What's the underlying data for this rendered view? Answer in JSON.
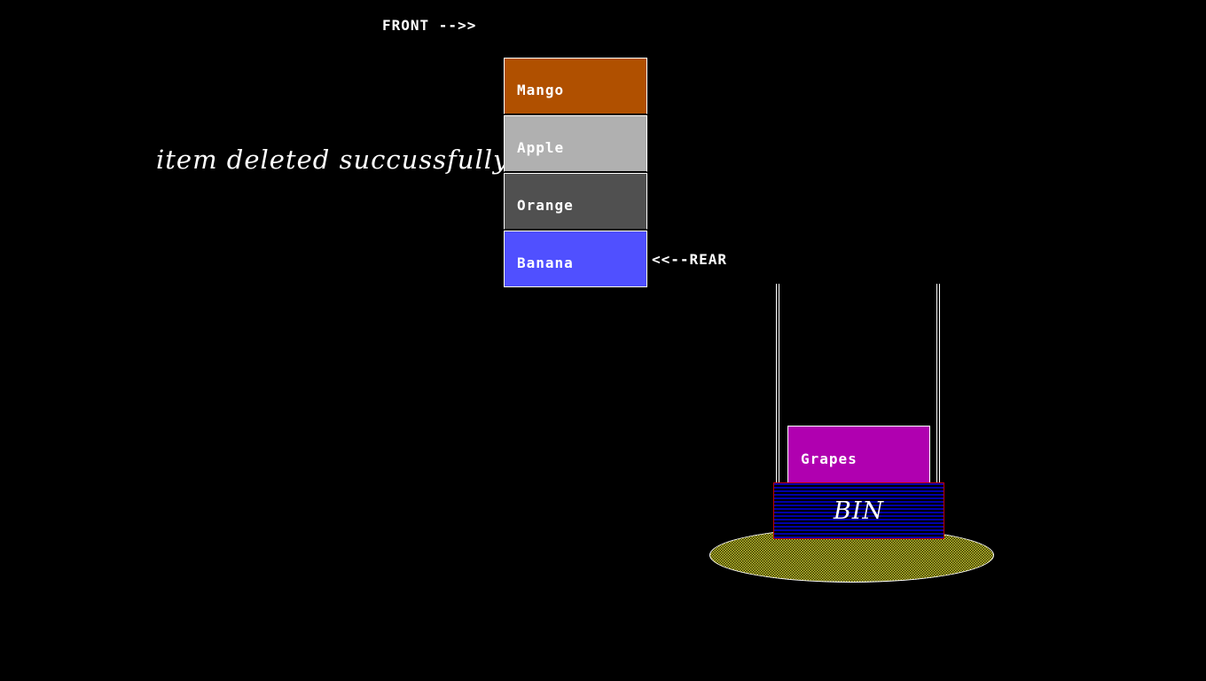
{
  "labels": {
    "front": "FRONT -->>",
    "rear": "<<--REAR"
  },
  "message": "item deleted succussfully",
  "queue": [
    {
      "name": "Mango",
      "color": "#b05000"
    },
    {
      "name": "Apple",
      "color": "#b0b0b0"
    },
    {
      "name": "Orange",
      "color": "#505050"
    },
    {
      "name": "Banana",
      "color": "#5050ff"
    }
  ],
  "bin": {
    "label": "BIN",
    "deleted_item": {
      "name": "Grapes",
      "color": "#b000b0"
    },
    "box_color": "#0000a8",
    "box_border_color": "#c00000",
    "base_color": "#c8c830"
  }
}
